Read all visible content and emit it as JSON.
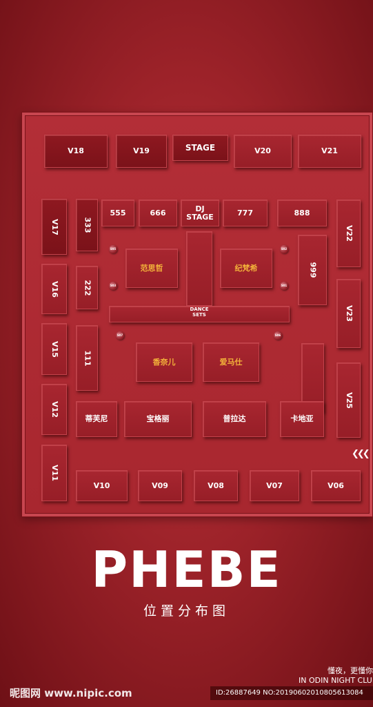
{
  "rooms": {
    "v18": "V18",
    "v19": "V19",
    "stage": "STAGE",
    "v20": "V20",
    "v21": "V21",
    "v17": "V17",
    "r333": "333",
    "r555": "555",
    "r666": "666",
    "dj_stage_line1": "DJ",
    "dj_stage_line2": "STAGE",
    "r777": "777",
    "r888": "888",
    "v22": "V22",
    "v16": "V16",
    "r222": "222",
    "fansizhe": "范思哲",
    "jifanxi": "纪梵希",
    "r999": "999",
    "dance_sets_line1": "DANCE",
    "dance_sets_line2": "SETS",
    "v23": "V23",
    "v15": "V15",
    "r111": "111",
    "xiangnaier": "香奈儿",
    "aimashi": "爱马仕",
    "v12": "V12",
    "difuni": "蒂芙尼",
    "baogeli": "宝格丽",
    "pulada": "普拉达",
    "kadiya": "卡地亚",
    "v25": "V25",
    "v11": "V11",
    "v10": "V10",
    "v09": "V09",
    "v08": "V08",
    "v07": "V07",
    "v06": "V06"
  },
  "markers": {
    "s05": "S05",
    "s03": "S03",
    "s02": "S02",
    "s01": "S01",
    "s07": "S07",
    "s06": "S06"
  },
  "entrance_arrows": "❮❮❮",
  "brand": "PHEBE",
  "subtitle": "位置分布图",
  "slogan_cn": "懂夜，更懂你",
  "slogan_en": "IN ODIN NIGHT CLUB",
  "watermark": "昵图网 www.nipic.com",
  "image_id": "ID:26887649 NO:20190602010805613084"
}
